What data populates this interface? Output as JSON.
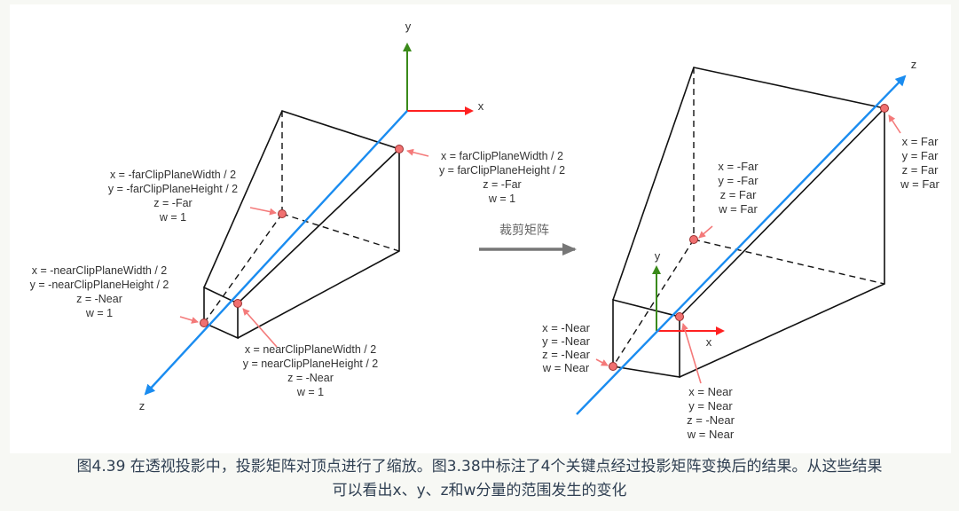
{
  "left_diagram": {
    "axis_labels": {
      "x": "x",
      "y": "y",
      "z": "z"
    },
    "far_bottom_left": [
      "x = -farClipPlaneWidth / 2",
      "y = -farClipPlaneHeight / 2",
      "z = -Far",
      "w = 1"
    ],
    "far_top_right": [
      "x = farClipPlaneWidth / 2",
      "y = farClipPlaneHeight / 2",
      "z = -Far",
      "w = 1"
    ],
    "near_bottom_left": [
      "x = -nearClipPlaneWidth / 2",
      "y = -nearClipPlaneHeight / 2",
      "z = -Near",
      "w = 1"
    ],
    "near_top_right": [
      "x = nearClipPlaneWidth / 2",
      "y = nearClipPlaneHeight / 2",
      "z = -Near",
      "w = 1"
    ]
  },
  "transform_arrow": {
    "label": "裁剪矩阵"
  },
  "right_diagram": {
    "axis_labels": {
      "x": "x",
      "y": "y",
      "z": "z"
    },
    "far_bottom_left": [
      "x = -Far",
      "y = -Far",
      "z = Far",
      "w = Far"
    ],
    "far_top_right": [
      "x = Far",
      "y = Far",
      "z = Far",
      "w = Far"
    ],
    "near_bottom_left": [
      "x = -Near",
      "y = -Near",
      "z = -Near",
      "w = Near"
    ],
    "near_top_right": [
      "x = Near",
      "y = Near",
      "z = -Near",
      "w = Near"
    ]
  },
  "caption": {
    "line1": "图4.39 在透视投影中，投影矩阵对顶点进行了缩放。图3.38中标注了4个关键点经过投影矩阵变换后的结果。从这些结果",
    "line2": "可以看出x、y、z和w分量的范围发生的变化"
  },
  "colors": {
    "x_axis": "#ff2020",
    "y_axis": "#3a8a1a",
    "z_axis": "#1a8cf0",
    "point": "#f07070",
    "pointer": "#f47a7a",
    "arrow": "#777777"
  }
}
